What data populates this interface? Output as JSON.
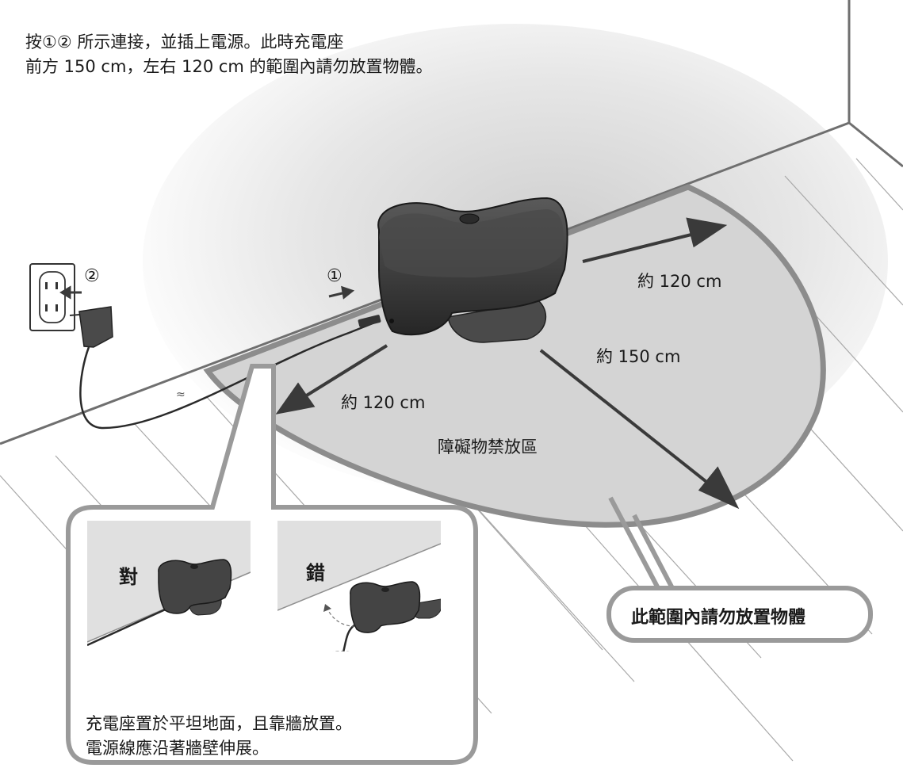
{
  "instructions": {
    "line1": "按①② 所示連接，並插上電源。此時充電座",
    "line2": "前方 150 cm，左右 120 cm 的範圍內請勿放置物體。"
  },
  "steps": {
    "step1": "①",
    "step2": "②"
  },
  "dimensions": {
    "right_distance": "約 120 cm",
    "front_distance": "約 150 cm",
    "left_distance": "約 120 cm"
  },
  "zone_label": "障礙物禁放區",
  "callout_label": "此範圍內請勿放置物體",
  "inset": {
    "correct_label": "對",
    "wrong_label": "錯",
    "caption_line1": "充電座置於平坦地面，且靠牆放置。",
    "caption_line2": "電源線應沿著牆壁伸展。"
  },
  "colors": {
    "floor_zone": "#d4d4d4",
    "zone_outline": "#8c8c8c",
    "dock_body": "#3d3d3d",
    "callout_border": "#9a9a9a",
    "wall_shade": "#e6e6e6"
  }
}
